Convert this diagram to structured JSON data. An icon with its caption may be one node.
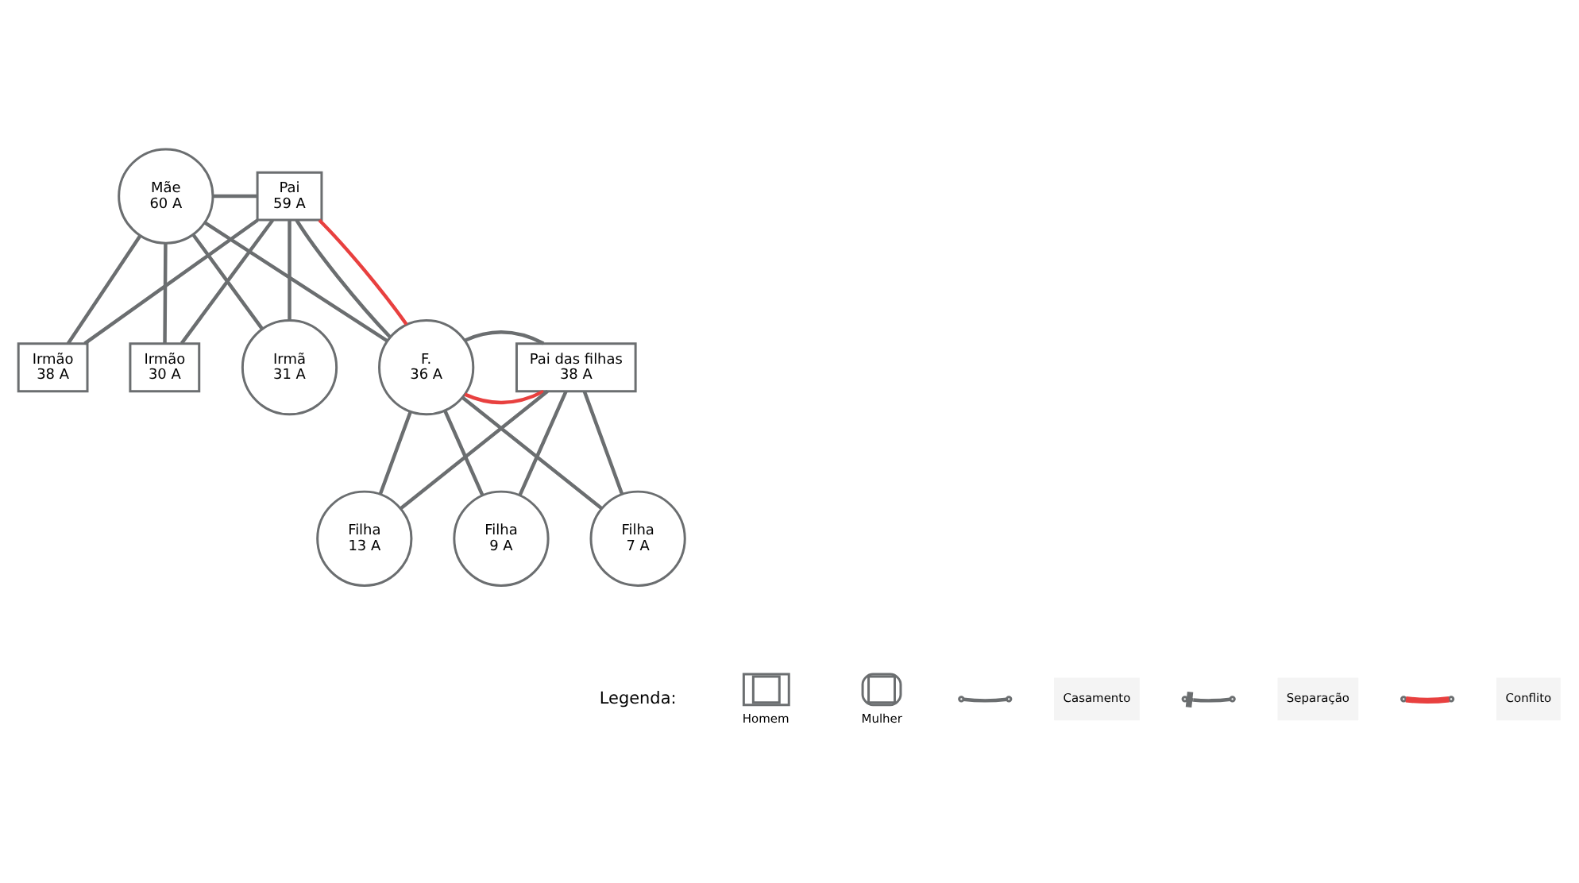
{
  "diagram": {
    "nodes": [
      {
        "text": [
          "Mãe",
          "60 A"
        ]
      },
      {
        "text": [
          "Pai",
          "59 A"
        ]
      },
      {
        "text": [
          "Irmã",
          "31 A"
        ]
      },
      {
        "text": [
          "Irmão",
          "38 A"
        ]
      },
      {
        "text": [
          "Irmão",
          "30 A"
        ]
      },
      {
        "text": [
          "F.",
          "36 A"
        ]
      },
      {
        "text": [
          "Pai das filhas",
          "38 A"
        ]
      },
      {
        "text": [
          "Filha",
          "13 A"
        ]
      },
      {
        "text": [
          "Filha",
          "9 A"
        ]
      },
      {
        "text": [
          "Filha",
          "7 A"
        ]
      }
    ],
    "edges": [
      {
        "from": 0,
        "to": 1,
        "arrow": "none"
      },
      {
        "from": 0,
        "to": 2,
        "arrow": "none"
      },
      {
        "from": 0,
        "to": 3,
        "arrow": "none"
      },
      {
        "from": 0,
        "to": 4,
        "arrow": "none"
      },
      {
        "from": 0,
        "to": 5,
        "arrow": "none"
      },
      {
        "from": 1,
        "to": 2,
        "arrow": "none"
      },
      {
        "from": 1,
        "to": 3,
        "arrow": "none"
      },
      {
        "from": 1,
        "to": 4,
        "arrow": "none"
      },
      {
        "from": 1,
        "to": 5,
        "arrow": "none"
      },
      {
        "from": 1,
        "to": 5,
        "arrow": "none",
        "color": "#e8403f"
      },
      {
        "from": 5,
        "to": 6,
        "arrow": "none",
        "color": "#e8403f"
      },
      {
        "from": 5,
        "to": 6,
        "arrow": "none"
      },
      {
        "from": 5,
        "to": 7,
        "arrow": "none"
      },
      {
        "from": 5,
        "to": 8,
        "arrow": "none"
      },
      {
        "from": 5,
        "to": 9,
        "arrow": "none"
      },
      {
        "from": 6,
        "to": 7,
        "arrow": "none"
      },
      {
        "from": 6,
        "to": 8,
        "arrow": "none"
      },
      {
        "from": 6,
        "to": 9,
        "arrow": "none"
      }
    ],
    "labels": [
      "Legenda:"
    ],
    "legend": [
      {
        "text": "Homem"
      },
      {
        "text": "Mulher"
      },
      {
        "text": "Casamento"
      },
      {
        "text": "Separação"
      },
      {
        "text": "Conflito"
      }
    ]
  }
}
